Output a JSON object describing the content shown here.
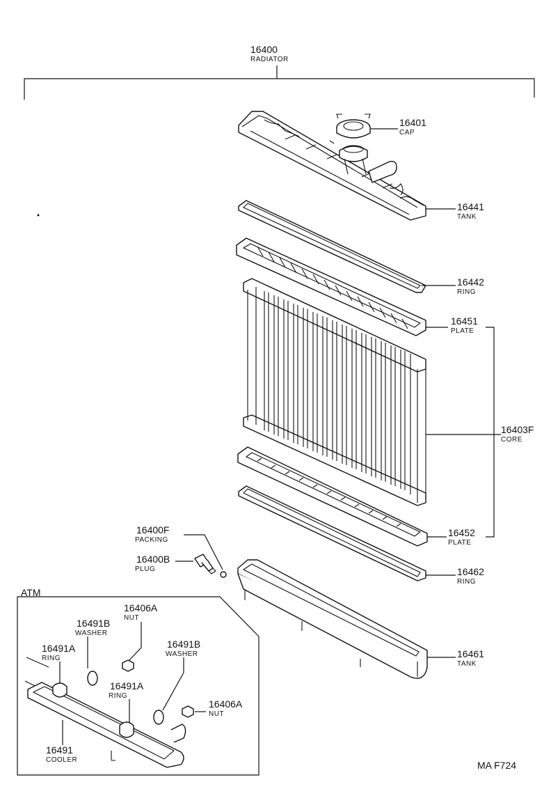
{
  "radiator": {
    "number": "16400",
    "name": "RADIATOR"
  },
  "parts": {
    "cap": {
      "number": "16401",
      "name": "CAP"
    },
    "upper_tank": {
      "number": "16441",
      "name": "TANK"
    },
    "upper_ring": {
      "number": "16442",
      "name": "RING"
    },
    "upper_plate": {
      "number": "16451",
      "name": "PLATE"
    },
    "core": {
      "number": "16403F",
      "name": "CORE"
    },
    "lower_plate": {
      "number": "16452",
      "name": "PLATE"
    },
    "lower_ring": {
      "number": "16462",
      "name": "RING"
    },
    "lower_tank": {
      "number": "16461",
      "name": "TANK"
    },
    "packing": {
      "number": "16400F",
      "name": "PACKING"
    },
    "plug": {
      "number": "16400B",
      "name": "PLUG"
    }
  },
  "atm": {
    "title": "ATM",
    "nut_left": {
      "number": "16406A",
      "name": "NUT"
    },
    "washer_left": {
      "number": "16491B",
      "name": "WASHER"
    },
    "ring_left": {
      "number": "16491A",
      "name": "RING"
    },
    "washer_right": {
      "number": "16491B",
      "name": "WASHER"
    },
    "ring_right": {
      "number": "16491A",
      "name": "RING"
    },
    "nut_right": {
      "number": "16406A",
      "name": "NUT"
    },
    "cooler": {
      "number": "16491",
      "name": "COOLER"
    }
  },
  "footer_code": "MA F724"
}
